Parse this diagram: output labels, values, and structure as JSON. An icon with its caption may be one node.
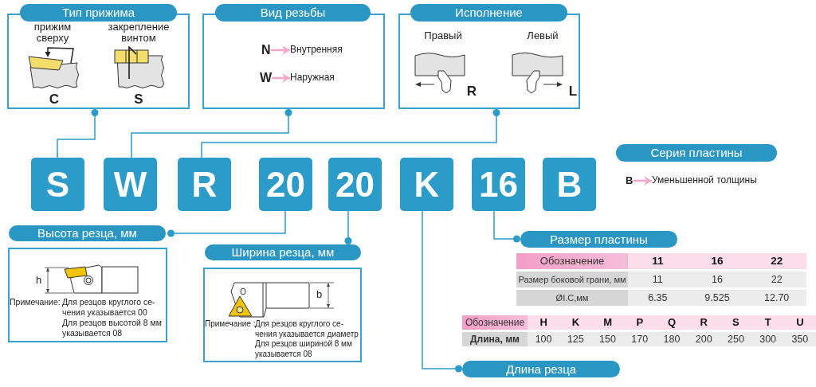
{
  "diagram": {
    "nodes": [
      {
        "text": [
          "Тип прижима",
          "прижим сверху",
          "закрепление винтом",
          "C",
          "S"
        ]
      },
      {
        "text": [
          "Вид резьбы"
        ]
      },
      {
        "text": [
          "N"
        ],
        "in": 1
      },
      {
        "text": [
          "Внутренняя"
        ],
        "in": 1
      },
      {
        "text": [
          "W"
        ],
        "in": 1
      },
      {
        "text": [
          "Наружная"
        ],
        "in": 1
      },
      {
        "text": [
          "Исполнение",
          "Правый",
          "Левый",
          "R",
          "L"
        ]
      },
      {
        "text": [
          "S"
        ]
      },
      {
        "text": [
          "W"
        ]
      },
      {
        "text": [
          "R"
        ]
      },
      {
        "text": [
          "20"
        ]
      },
      {
        "text": [
          "20"
        ]
      },
      {
        "text": [
          "K"
        ]
      },
      {
        "text": [
          "16"
        ]
      },
      {
        "text": [
          "B"
        ]
      },
      {
        "text": [
          "Серия пластины"
        ]
      },
      {
        "text": [
          "B"
        ]
      },
      {
        "text": [
          "Уменьшенной толщины"
        ]
      },
      {
        "text": [
          "Высота резца, мм",
          "h",
          "Примечание:",
          "Для резцов круглого се-чения указывается 00",
          "Для резцов высотой 8 мм указывается 08"
        ]
      },
      {
        "text": [
          "Размер пластины"
        ]
      },
      {
        "text": [
          "Ширина резца, мм",
          "b",
          "Примечание :",
          "Для резцов круглого се-чения указывается диаметр",
          "Для резцов шириной 8 мм указывается 08"
        ]
      },
      {
        "text": [
          "Длина резца"
        ]
      }
    ],
    "edges": [
      {
        "from": 7,
        "to": 0,
        "arrow": "other"
      },
      {
        "from": 8,
        "to": 1,
        "arrow": "other"
      },
      {
        "from": 9,
        "to": 6,
        "arrow": "other"
      },
      {
        "from": 10,
        "to": 18,
        "arrow": "other"
      },
      {
        "from": 11,
        "to": 20,
        "arrow": "other"
      },
      {
        "from": 12,
        "to": 21,
        "arrow": "other"
      },
      {
        "from": 13,
        "to": 19,
        "arrow": "other"
      },
      {
        "from": 2,
        "to": 3,
        "arrow": "to",
        "color": "#f4a7c9"
      },
      {
        "from": 4,
        "to": 5,
        "arrow": "to",
        "color": "#f4a7c9"
      },
      {
        "from": 16,
        "to": 17,
        "arrow": "to",
        "color": "#f4a7c9"
      }
    ],
    "labels": [
      "Обозначение",
      "11",
      "16",
      "22",
      "Размер боковой грани, мм",
      "11",
      "16",
      "22",
      "ØI.C,мм",
      "6.35",
      "9.525",
      "12.70",
      "Обозначение",
      "H",
      "K",
      "M",
      "P",
      "Q",
      "R",
      "S",
      "T",
      "U",
      "Длина, мм",
      "100",
      "125",
      "150",
      "170",
      "180",
      "200",
      "250",
      "300",
      "350"
    ]
  }
}
